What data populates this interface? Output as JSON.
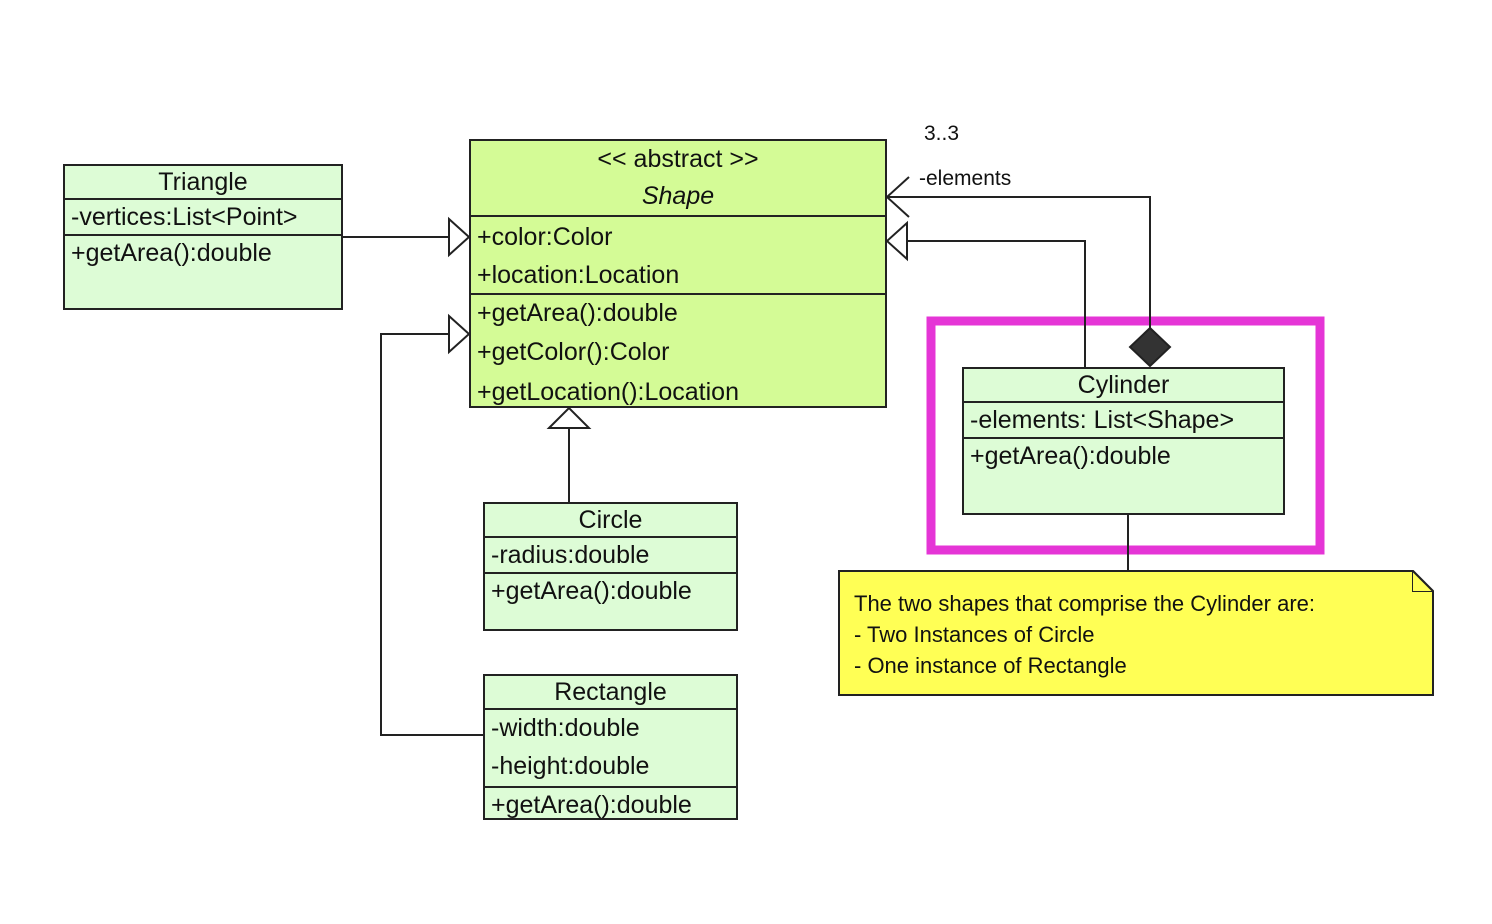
{
  "classes": {
    "triangle": {
      "name": "Triangle",
      "attributes": [
        "-vertices:List<Point>"
      ],
      "operations": [
        "+getArea():double"
      ]
    },
    "shape": {
      "stereotype": "<< abstract >>",
      "name": "Shape",
      "attributes": [
        "+color:Color",
        "+location:Location"
      ],
      "operations": [
        "+getArea():double",
        "+getColor():Color",
        "+getLocation():Location"
      ]
    },
    "circle": {
      "name": "Circle",
      "attributes": [
        "-radius:double"
      ],
      "operations": [
        "+getArea():double"
      ]
    },
    "rectangle": {
      "name": "Rectangle",
      "attributes": [
        "-width:double",
        "-height:double"
      ],
      "operations": [
        "+getArea():double"
      ]
    },
    "cylinder": {
      "name": "Cylinder",
      "attributes": [
        "-elements: List<Shape>"
      ],
      "operations": [
        "+getArea():double"
      ]
    }
  },
  "association": {
    "multiplicity": "3..3",
    "role": "-elements"
  },
  "note": {
    "lines": [
      "The two shapes that comprise the Cylinder are:",
      "- Two Instances of Circle",
      "- One instance of Rectangle"
    ]
  },
  "colors": {
    "class_fill": "#ddfcd6",
    "abstract_fill": "#d4fb96",
    "note_fill": "#ffff55",
    "highlight": "#e535d6",
    "line": "#222222"
  }
}
